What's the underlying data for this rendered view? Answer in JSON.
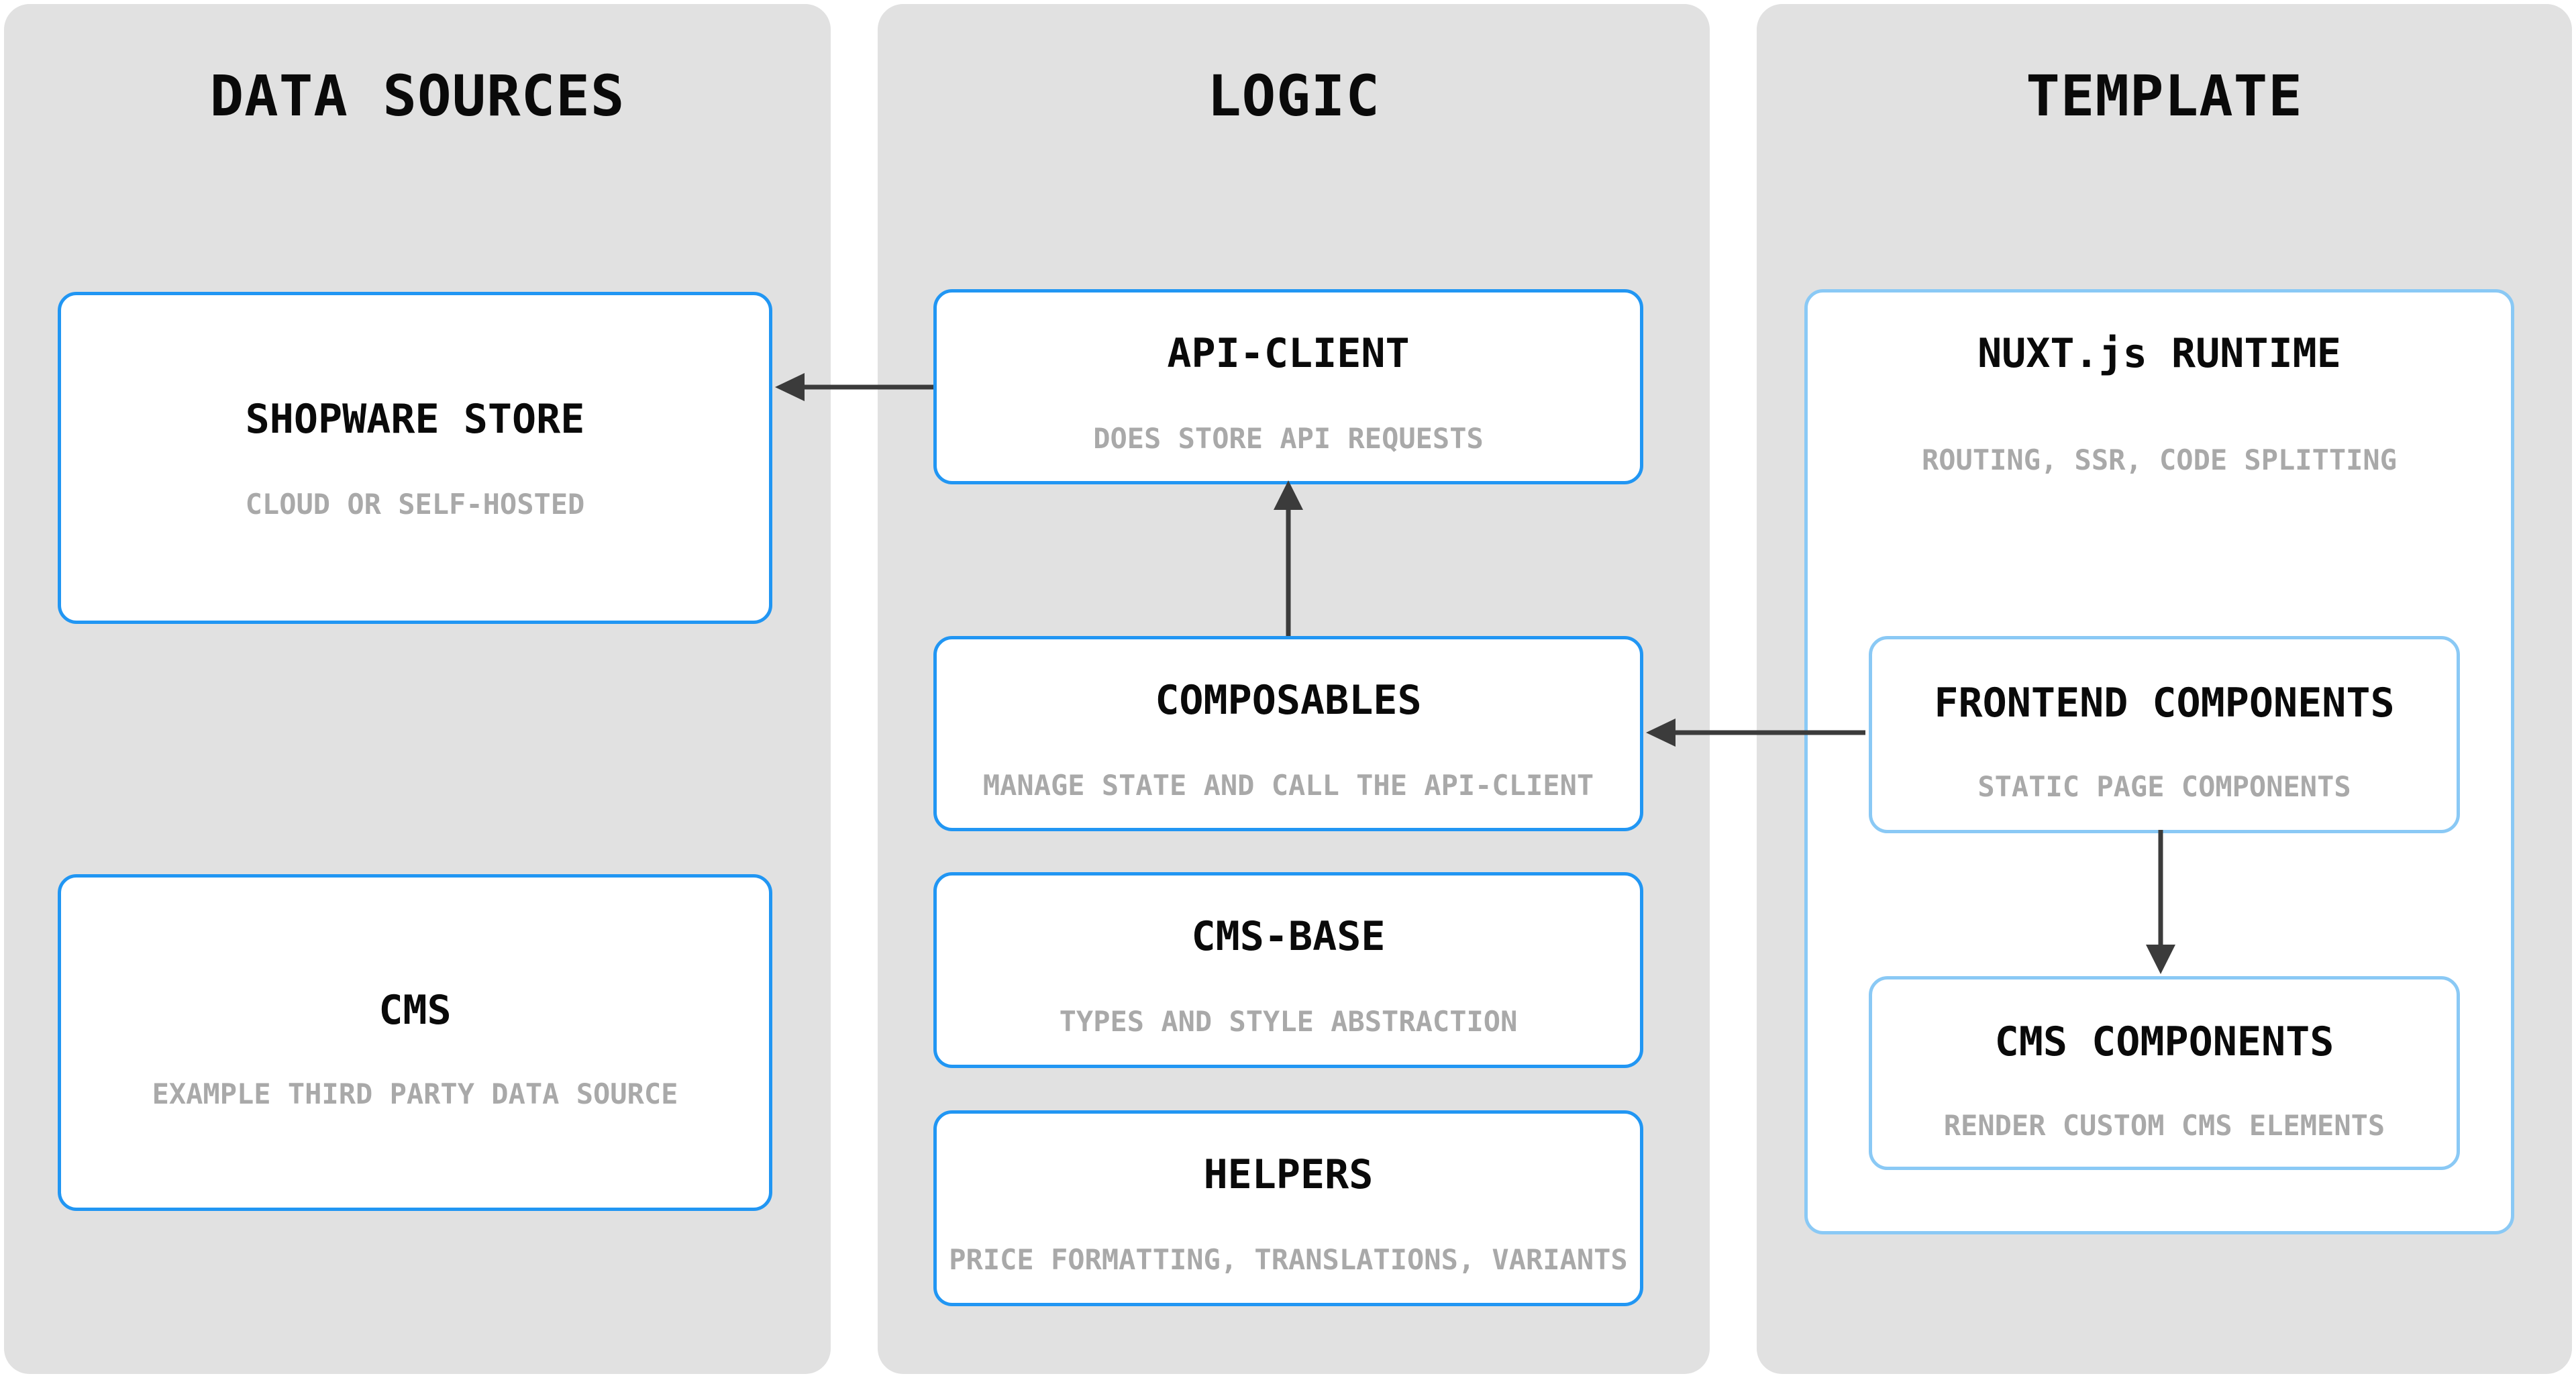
{
  "diagram": {
    "columns": [
      {
        "id": "data-sources",
        "title": "DATA SOURCES",
        "boxes": [
          {
            "id": "shopware-store",
            "title": "SHOPWARE STORE",
            "subtitle": "CLOUD OR SELF-HOSTED"
          },
          {
            "id": "cms",
            "title": "CMS",
            "subtitle": "EXAMPLE THIRD PARTY DATA SOURCE"
          }
        ]
      },
      {
        "id": "logic",
        "title": "LOGIC",
        "boxes": [
          {
            "id": "api-client",
            "title": "API-CLIENT",
            "subtitle": "DOES STORE API REQUESTS"
          },
          {
            "id": "composables",
            "title": "COMPOSABLES",
            "subtitle": "MANAGE STATE AND CALL THE API-CLIENT"
          },
          {
            "id": "cms-base",
            "title": "CMS-BASE",
            "subtitle": "TYPES AND STYLE ABSTRACTION"
          },
          {
            "id": "helpers",
            "title": "HELPERS",
            "subtitle": "PRICE FORMATTING, TRANSLATIONS, VARIANTS"
          }
        ]
      },
      {
        "id": "template",
        "title": "TEMPLATE",
        "boxes": [
          {
            "id": "nuxt-runtime",
            "title": "NUXT.js RUNTIME",
            "subtitle": "ROUTING, SSR, CODE SPLITTING"
          },
          {
            "id": "frontend-components",
            "title": "FRONTEND COMPONENTS",
            "subtitle": "STATIC PAGE COMPONENTS"
          },
          {
            "id": "cms-components",
            "title": "CMS COMPONENTS",
            "subtitle": "RENDER CUSTOM CMS ELEMENTS"
          }
        ]
      }
    ],
    "edges": [
      {
        "from": "api-client",
        "to": "shopware-store",
        "direction": "left"
      },
      {
        "from": "composables",
        "to": "api-client",
        "direction": "up"
      },
      {
        "from": "frontend-components",
        "to": "composables",
        "direction": "left"
      },
      {
        "from": "frontend-components",
        "to": "cms-components",
        "direction": "down"
      }
    ],
    "colors": {
      "column_bg": "#e1e1e1",
      "box_bg": "#ffffff",
      "box_border_primary": "#2196f3",
      "box_border_light": "#8ac9f5",
      "title_text": "#0a0a0a",
      "subtitle_text": "#a9a9a9",
      "arrow": "#3b3b3b"
    }
  }
}
